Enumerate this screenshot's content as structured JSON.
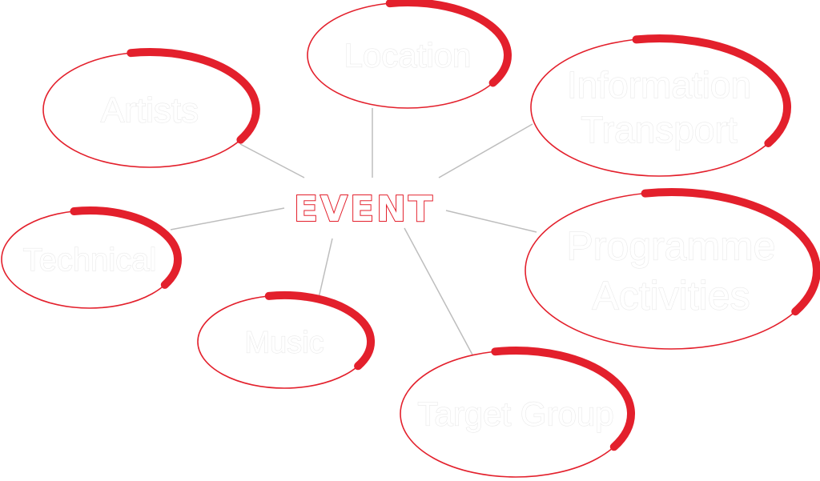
{
  "diagram": {
    "center_label": "EVENT",
    "nodes": [
      {
        "id": "artists",
        "label_lines": [
          "Artists"
        ]
      },
      {
        "id": "location",
        "label_lines": [
          "Location"
        ]
      },
      {
        "id": "information-transport",
        "label_lines": [
          "Information",
          "Transport"
        ]
      },
      {
        "id": "programme-activities",
        "label_lines": [
          "Programme",
          "Activities"
        ]
      },
      {
        "id": "technical",
        "label_lines": [
          "Technical"
        ]
      },
      {
        "id": "music",
        "label_lines": [
          "Music"
        ]
      },
      {
        "id": "target-group",
        "label_lines": [
          "Target Group"
        ]
      }
    ]
  },
  "colors": {
    "accent": "#e3202c",
    "connector": "#bdbdbd",
    "placeholder_text_outline": "#e9e9e9",
    "background": "#ffffff"
  }
}
